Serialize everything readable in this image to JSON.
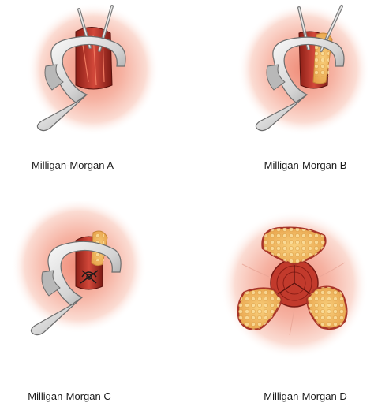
{
  "figure": {
    "panels": [
      {
        "id": "A",
        "caption": "Milligan-Morgan A"
      },
      {
        "id": "B",
        "caption": "Milligan-Morgan B"
      },
      {
        "id": "C",
        "caption": "Milligan-Morgan C"
      },
      {
        "id": "D",
        "caption": "Milligan-Morgan D"
      }
    ]
  },
  "colors": {
    "tissue_glow": "#f4a493",
    "mucosa": "#c23a2c",
    "mucosa_dark": "#7a1a14",
    "fat": "#f0b85a",
    "metal_light": "#f2f2f2",
    "metal_dark": "#8d8d8d"
  },
  "icons": [
    "retractor-icon",
    "forceps-icon",
    "suture-icon"
  ]
}
